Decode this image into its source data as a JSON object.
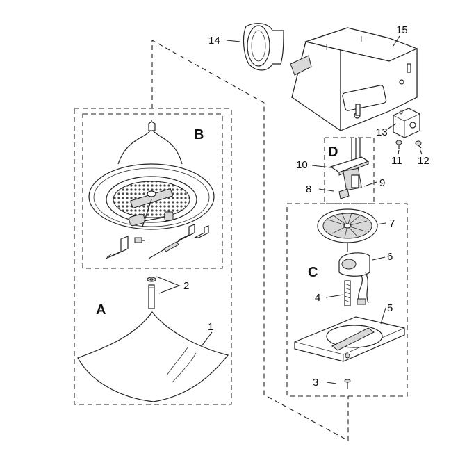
{
  "diagram": {
    "sections": [
      "A",
      "B",
      "C",
      "D"
    ],
    "parts": [
      "1",
      "2",
      "3",
      "4",
      "5",
      "6",
      "7",
      "8",
      "9",
      "10",
      "11",
      "12",
      "13",
      "14",
      "15"
    ],
    "colors": {
      "line": "#222222",
      "background": "#ffffff",
      "shade": "#d9d9d9"
    }
  }
}
